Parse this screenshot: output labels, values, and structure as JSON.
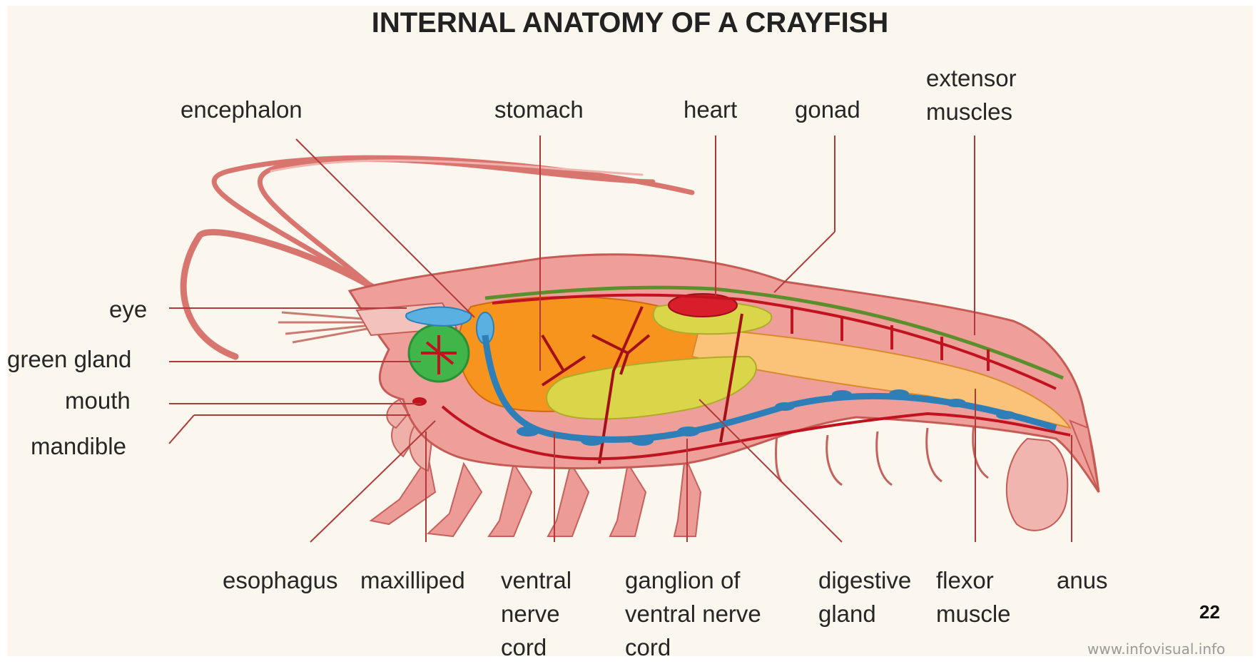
{
  "title": "INTERNAL ANATOMY OF A CRAYFISH",
  "labels": {
    "encephalon": "encephalon",
    "stomach": "stomach",
    "heart": "heart",
    "gonad": "gonad",
    "extensor_1": "extensor",
    "extensor_2": "muscles",
    "eye": "eye",
    "green_gland": "green gland",
    "mouth": "mouth",
    "mandible": "mandible",
    "esophagus": "esophagus",
    "maxilliped": "maxilliped",
    "ventral_1": "ventral",
    "ventral_2": "nerve",
    "ventral_3": "cord",
    "ganglion_1": "ganglion of",
    "ganglion_2": "ventral nerve",
    "ganglion_3": "cord",
    "digestive_1": "digestive",
    "digestive_2": "gland",
    "flexor_1": "flexor",
    "flexor_2": "muscle",
    "anus": "anus"
  },
  "page_number": "22",
  "credit": "www.infovisual.info",
  "colors": {
    "body": "#ef9a9a",
    "leader_line": "#b03a3a",
    "stomach": "#f7941d",
    "digestive_gland": "#d7d84a",
    "green_gland": "#3fb54a",
    "nerve_cord": "#2e7fb8",
    "vessel": "#c1121f"
  }
}
